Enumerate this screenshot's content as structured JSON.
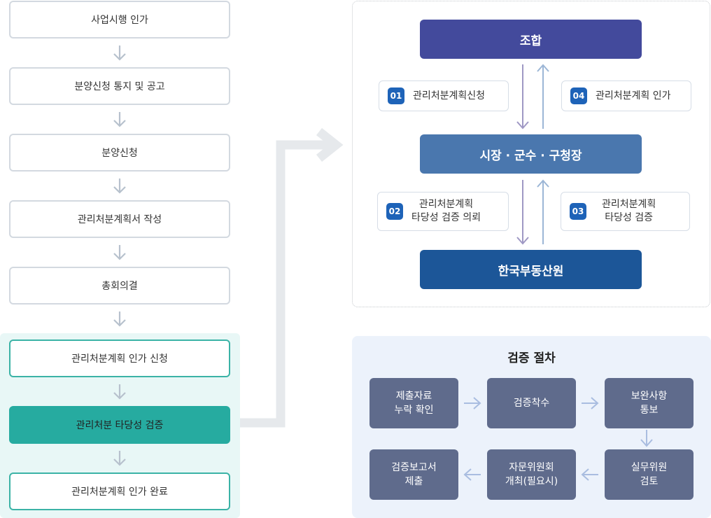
{
  "left_flow": {
    "steps": [
      "사업시행 인가",
      "분양신청 통지 및 공고",
      "분양신청",
      "관리처분계획서 작성",
      "총회의결",
      "관리처분계획 인가 신청",
      "관리처분 타당성 검증",
      "관리처분계획 인가 완료"
    ]
  },
  "right_top": {
    "entities": [
      "조합",
      "시장 · 군수 · 구청장",
      "한국부동산원"
    ],
    "labels": [
      {
        "num": "01",
        "text": "관리처분계획신청"
      },
      {
        "num": "04",
        "text": "관리처분계획 인가"
      },
      {
        "num": "02",
        "line1": "관리처분계획",
        "line2": "타당성 검증 의뢰"
      },
      {
        "num": "03",
        "line1": "관리처분계획",
        "line2": "타당성 검증"
      }
    ]
  },
  "procedure": {
    "title": "검증 절차",
    "boxes": [
      {
        "line1": "제출자료",
        "line2": "누락 확인"
      },
      {
        "line1": "검증착수"
      },
      {
        "line1": "보완사항",
        "line2": "통보"
      },
      {
        "line1": "실무위원",
        "line2": "검토"
      },
      {
        "line1": "자문위원회",
        "line2": "개최(필요시)"
      },
      {
        "line1": "검증보고서",
        "line2": "제출"
      }
    ]
  },
  "colors": {
    "entity_top": "#434a9c",
    "entity_mid": "#4a77ae",
    "entity_bottom": "#1c5698",
    "active_step": "#26aba0",
    "badge": "#1e63b8",
    "proc_box": "#5f6b8c"
  }
}
